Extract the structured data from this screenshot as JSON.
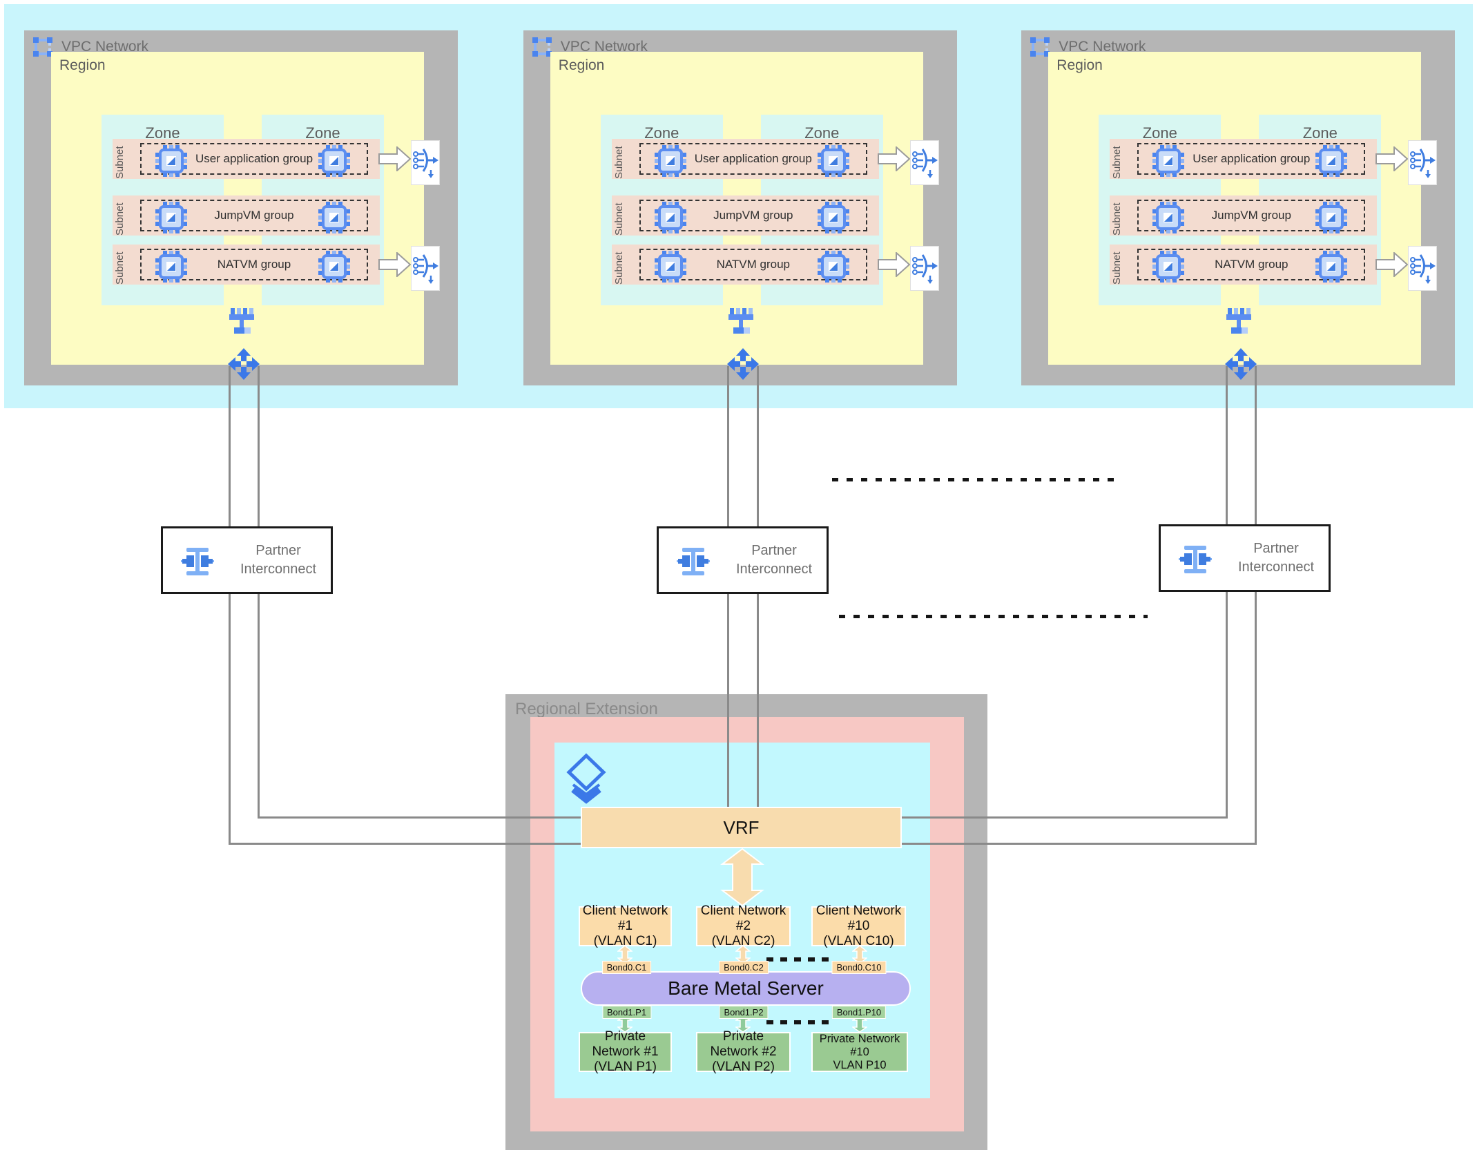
{
  "colors": {
    "band_cyan": "#c9f5fc",
    "vpc_gray": "#b5b5b5",
    "region_yellow": "#fdfcc3",
    "zone_cyan": "#d8f7f2",
    "subnet_pink": "#f3dcd0",
    "icon_blue": "#3b78e8",
    "icon_blue_light": "#7fb0f5",
    "re_pink": "#f7c8c4",
    "re_cyan": "#c2f8fe",
    "vrf_orange": "#f8dcae",
    "client_orange": "#fbdcaa",
    "private_green": "#9aca92",
    "server_lavender": "#b7b0f0",
    "connector_gray": "#8a8a8a"
  },
  "vpcs": [
    {
      "title": "VPC Network",
      "region": "Region",
      "zones": [
        "Zone",
        "Zone"
      ],
      "subnets": [
        {
          "label": "Subnet",
          "group": "User application group",
          "load_balancer": true
        },
        {
          "label": "Subnet",
          "group": "JumpVM group",
          "load_balancer": false
        },
        {
          "label": "Subnet",
          "group": "NATVM group",
          "load_balancer": true
        }
      ]
    },
    {
      "title": "VPC Network",
      "region": "Region",
      "zones": [
        "Zone",
        "Zone"
      ],
      "subnets": [
        {
          "label": "Subnet",
          "group": "User application group",
          "load_balancer": true
        },
        {
          "label": "Subnet",
          "group": "JumpVM group",
          "load_balancer": false
        },
        {
          "label": "Subnet",
          "group": "NATVM group",
          "load_balancer": true
        }
      ]
    },
    {
      "title": "VPC Network",
      "region": "Region",
      "zones": [
        "Zone",
        "Zone"
      ],
      "subnets": [
        {
          "label": "Subnet",
          "group": "User application group",
          "load_balancer": true
        },
        {
          "label": "Subnet",
          "group": "JumpVM group",
          "load_balancer": false
        },
        {
          "label": "Subnet",
          "group": "NATVM group",
          "load_balancer": true
        }
      ]
    }
  ],
  "interconnects": [
    {
      "label": "Partner Interconnect"
    },
    {
      "label": "Partner Interconnect"
    },
    {
      "label": "Partner Interconnect"
    }
  ],
  "regional_extension": {
    "title": "Regional Extension",
    "vrf_label": "VRF",
    "client_networks": [
      [
        "Client Network #1",
        "(VLAN C1)"
      ],
      [
        "Client Network #2",
        "(VLAN C2)"
      ],
      [
        "Client Network #10",
        "(VLAN C10)"
      ]
    ],
    "bond_top": [
      "Bond0.C1",
      "Bond0.C2",
      "Bond0.C10"
    ],
    "server_label": "Bare Metal Server",
    "bond_bottom": [
      "Bond1.P1",
      "Bond1.P2",
      "Bond1.P10"
    ],
    "private_networks": [
      [
        "Private Network #1",
        "(VLAN P1)"
      ],
      [
        "Private Network #2",
        "(VLAN P2)"
      ],
      [
        "Private Network",
        "#10",
        "VLAN P10"
      ]
    ]
  }
}
